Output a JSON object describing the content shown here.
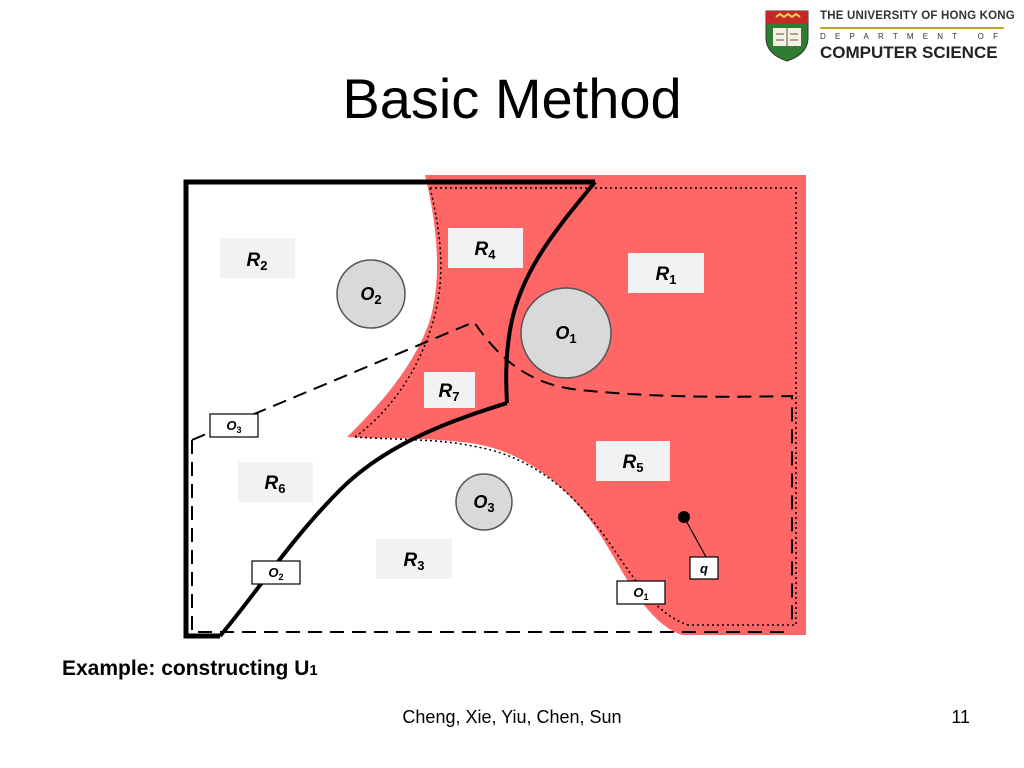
{
  "slide": {
    "title": "Basic Method",
    "caption_main": "Example: constructing U",
    "caption_sub": "1",
    "authors": "Cheng, Xie, Yiu, Chen, Sun",
    "page_number": "11"
  },
  "logo": {
    "university": "THE UNIVERSITY OF HONG KONG",
    "department_line": "DEPARTMENT OF",
    "department_name": "COMPUTER SCIENCE"
  },
  "diagram": {
    "region_labels": [
      {
        "main": "R",
        "sub": "2"
      },
      {
        "main": "R",
        "sub": "4"
      },
      {
        "main": "R",
        "sub": "1"
      },
      {
        "main": "R",
        "sub": "7"
      },
      {
        "main": "R",
        "sub": "5"
      },
      {
        "main": "R",
        "sub": "6"
      },
      {
        "main": "R",
        "sub": "3"
      }
    ],
    "objects": [
      {
        "main": "O",
        "sub": "2"
      },
      {
        "main": "O",
        "sub": "1"
      },
      {
        "main": "O",
        "sub": "3"
      }
    ],
    "boundary_tags": [
      {
        "main": "O",
        "sub": "3"
      },
      {
        "main": "O",
        "sub": "2"
      },
      {
        "main": "O",
        "sub": "1"
      }
    ],
    "query_label": "q",
    "colors": {
      "highlight": "#ff6666",
      "object_fill": "#d9d9d9",
      "label_fill": "#f2f2f2"
    }
  }
}
